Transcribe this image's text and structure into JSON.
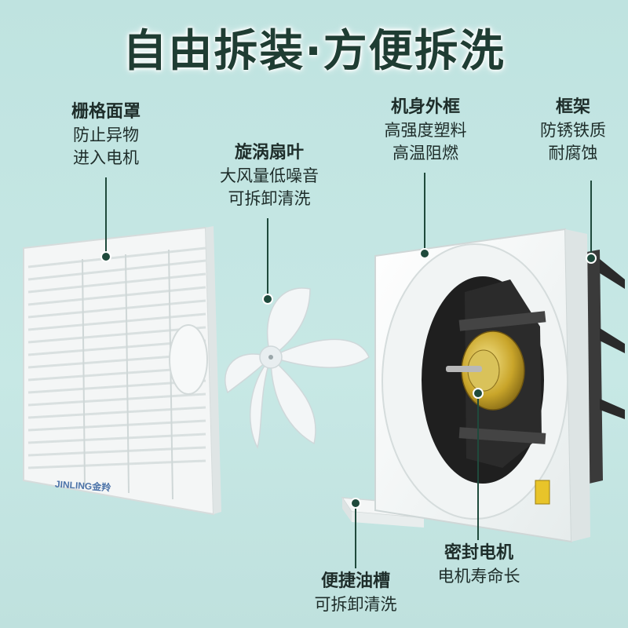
{
  "headline": "自由拆装·方便拆洗",
  "callouts": {
    "grille": {
      "title": "栅格面罩",
      "line1": "防止异物",
      "line2": "进入电机"
    },
    "blade": {
      "title": "旋涡扇叶",
      "line1": "大风量低噪音",
      "line2": "可拆卸清洗"
    },
    "housing": {
      "title": "机身外框",
      "line1": "高强度塑料",
      "line2": "高温阻燃"
    },
    "frame": {
      "title": "框架",
      "line1": "防锈铁质",
      "line2": "耐腐蚀"
    },
    "motor": {
      "title": "密封电机",
      "line1": "电机寿命长"
    },
    "oil_tray": {
      "title": "便捷油槽",
      "line1": "可拆卸清洗"
    }
  },
  "brand": {
    "logo_text": "JINLING金羚"
  },
  "colors": {
    "accent": "#1f4a3c",
    "headline": "#1f3d33",
    "background": "#c2e4e1"
  }
}
